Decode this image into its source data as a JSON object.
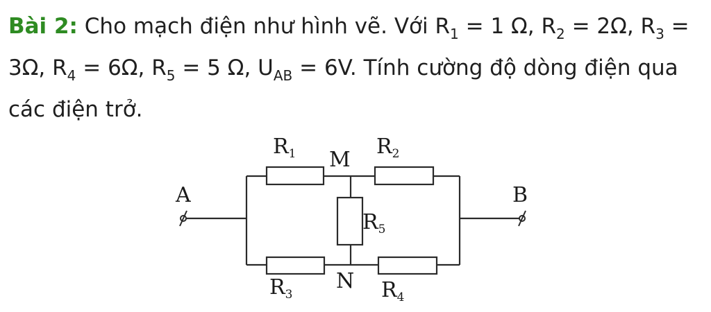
{
  "problem": {
    "title": "Bài 2:",
    "intro": " Cho mạch điện như hình vẽ. Với ",
    "r1_eq": " = 1 Ω, ",
    "r2_eq": " = 2Ω, ",
    "r3_eq": " = 3Ω, ",
    "r4_eq": " = 6Ω, ",
    "r5_eq": " = 5 Ω, ",
    "uab_eq": " = 6V. Tính cường độ dòng điện qua các điện trở.",
    "sym_R": "R",
    "sym_U": "U",
    "sub_1": "1",
    "sub_2": "2",
    "sub_3": "3",
    "sub_4": "4",
    "sub_5": "5",
    "sub_AB": "AB"
  },
  "circuit": {
    "node_A": "A",
    "node_B": "B",
    "node_M": "M",
    "node_N": "N",
    "r1": {
      "sym": "R",
      "sub": "1"
    },
    "r2": {
      "sym": "R",
      "sub": "2"
    },
    "r3": {
      "sym": "R",
      "sub": "3"
    },
    "r4": {
      "sym": "R",
      "sub": "4"
    },
    "r5": {
      "sym": "R",
      "sub": "5"
    }
  },
  "colors": {
    "title": "#2e8b22",
    "text": "#1f1f1f"
  }
}
